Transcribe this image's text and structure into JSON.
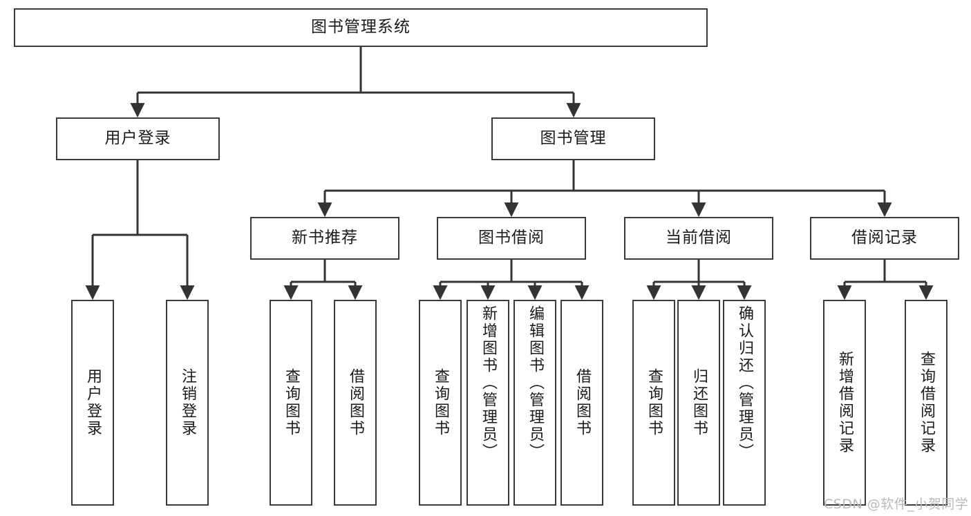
{
  "diagram": {
    "title": "图书管理系统",
    "type": "tree",
    "root": {
      "id": "root",
      "label": "图书管理系统"
    },
    "level2": [
      {
        "id": "user-login",
        "label": "用户登录"
      },
      {
        "id": "book-manage",
        "label": "图书管理"
      }
    ],
    "level3": [
      {
        "id": "new-book-recommend",
        "label": "新书推荐",
        "parent": "book-manage"
      },
      {
        "id": "book-borrow",
        "label": "图书借阅",
        "parent": "book-manage"
      },
      {
        "id": "current-borrow",
        "label": "当前借阅",
        "parent": "book-manage"
      },
      {
        "id": "borrow-record",
        "label": "借阅记录",
        "parent": "book-manage"
      }
    ],
    "leaves": [
      {
        "id": "leaf-user-login",
        "label": "用户登录",
        "parent": "user-login"
      },
      {
        "id": "leaf-logout-login",
        "label": "注销登录",
        "parent": "user-login"
      },
      {
        "id": "leaf-query-book-1",
        "label": "查询图书",
        "parent": "new-book-recommend"
      },
      {
        "id": "leaf-borrow-book-1",
        "label": "借阅图书",
        "parent": "new-book-recommend"
      },
      {
        "id": "leaf-query-book-2",
        "label": "查询图书",
        "parent": "book-borrow"
      },
      {
        "id": "leaf-add-book",
        "label": "新增图书（管理员）",
        "parent": "book-borrow"
      },
      {
        "id": "leaf-edit-book",
        "label": "编辑图书（管理员）",
        "parent": "book-borrow"
      },
      {
        "id": "leaf-borrow-book-2",
        "label": "借阅图书",
        "parent": "book-borrow"
      },
      {
        "id": "leaf-query-book-3",
        "label": "查询图书",
        "parent": "current-borrow"
      },
      {
        "id": "leaf-return-book",
        "label": "归还图书",
        "parent": "current-borrow"
      },
      {
        "id": "leaf-confirm-return",
        "label": "确认归还（管理员）",
        "parent": "current-borrow"
      },
      {
        "id": "leaf-add-record",
        "label": "新增借阅记录",
        "parent": "borrow-record"
      },
      {
        "id": "leaf-query-record",
        "label": "查询借阅记录",
        "parent": "borrow-record"
      }
    ],
    "watermark": "CSDN @软件_小贺同学",
    "colors": {
      "border": "#3a3a3a",
      "text": "#1a1a1a",
      "background": "#ffffff",
      "edge": "#333333",
      "watermark": "#b9b9b9"
    }
  }
}
